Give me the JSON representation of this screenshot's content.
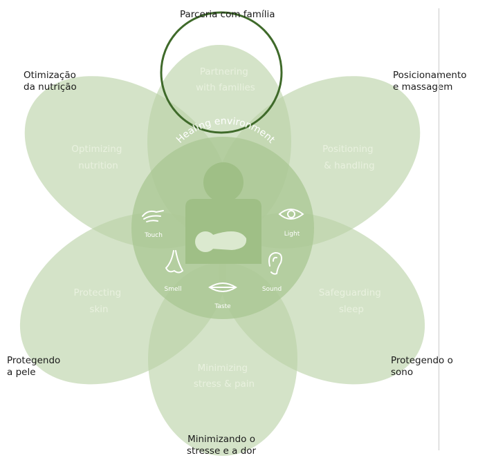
{
  "colors": {
    "petal": "#b9d2a6",
    "petal_text": "#e9f1df",
    "center": "#9fbf86",
    "highlight_ring": "#3f6a2a",
    "divider": "#c9c9c9"
  },
  "diagram": {
    "center_title": "Healing environment",
    "petals": [
      {
        "id": "top",
        "label_line1": "Partnering",
        "label_line2": "with families"
      },
      {
        "id": "upper-left",
        "label_line1": "Optimizing",
        "label_line2": "nutrition"
      },
      {
        "id": "upper-right",
        "label_line1": "Positioning",
        "label_line2": "& handling"
      },
      {
        "id": "lower-left",
        "label_line1": "Protecting",
        "label_line2": "skin"
      },
      {
        "id": "lower-right",
        "label_line1": "Safeguarding",
        "label_line2": "sleep"
      },
      {
        "id": "bottom",
        "label_line1": "Minimizing",
        "label_line2": "stress & pain"
      }
    ],
    "senses": [
      {
        "id": "touch",
        "label": "Touch",
        "icon": "hand-icon"
      },
      {
        "id": "light",
        "label": "Light",
        "icon": "eye-icon"
      },
      {
        "id": "smell",
        "label": "Smell",
        "icon": "nose-icon"
      },
      {
        "id": "sound",
        "label": "Sound",
        "icon": "ear-icon"
      },
      {
        "id": "taste",
        "label": "Taste",
        "icon": "lips-icon"
      }
    ]
  },
  "translations": {
    "top": "Parceria com família",
    "upper_left": "Otimização\nda nutrição",
    "upper_right": "Posicionamento\ne massagem",
    "lower_left": "Protegendo\na pele",
    "lower_right": "Protegendo o\nsono",
    "bottom": "Minimizando o\nstresse e a dor"
  }
}
